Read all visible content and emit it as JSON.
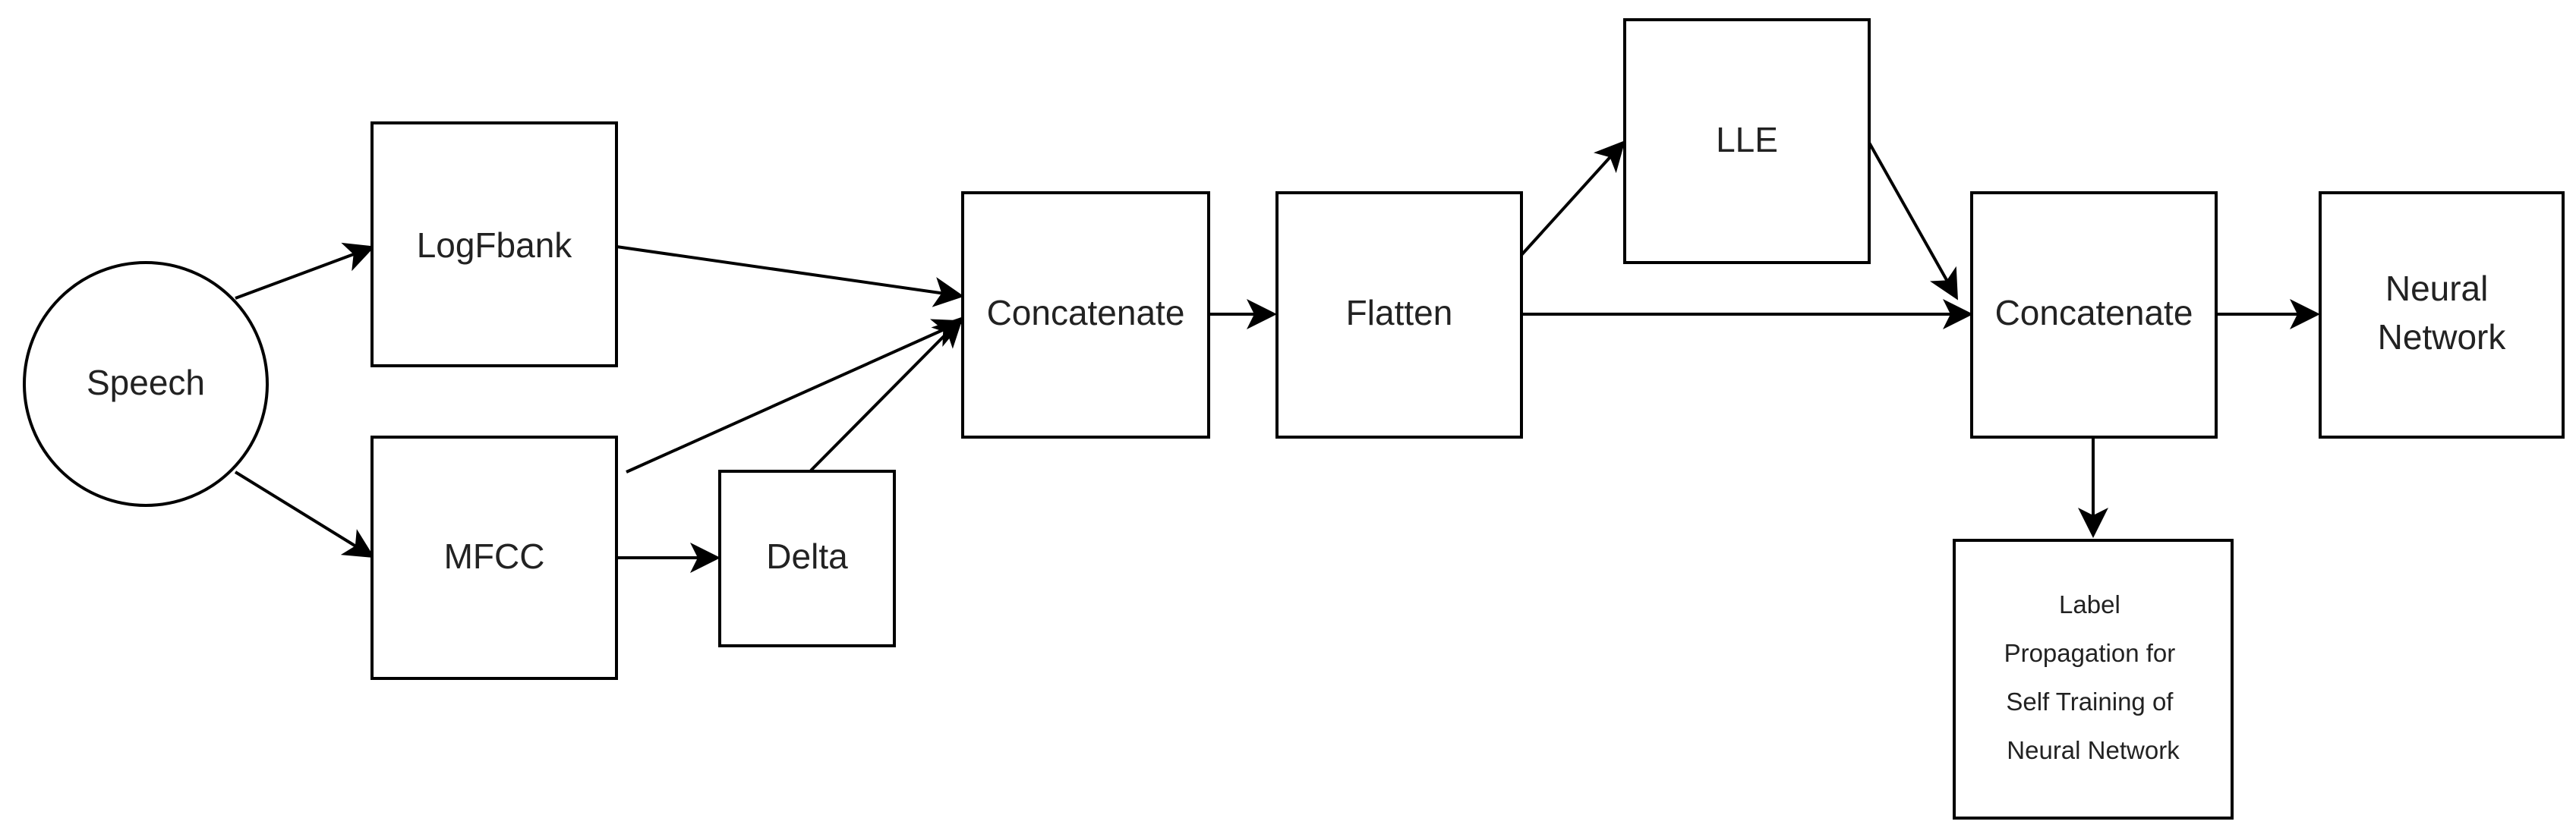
{
  "nodes": {
    "speech": "Speech",
    "logfbank": "LogFbank",
    "mfcc": "MFCC",
    "delta": "Delta",
    "concat1": "Concatenate",
    "flatten": "Flatten",
    "lle": "LLE",
    "concat2": "Concatenate",
    "nn": [
      "Neural",
      "Network"
    ],
    "label_prop": [
      "Label",
      "Propagation for",
      "Self Training of",
      "Neural Network"
    ]
  },
  "edges": [
    {
      "from": "speech",
      "to": "logfbank"
    },
    {
      "from": "speech",
      "to": "mfcc"
    },
    {
      "from": "logfbank",
      "to": "concat1"
    },
    {
      "from": "mfcc",
      "to": "concat1"
    },
    {
      "from": "mfcc",
      "to": "delta"
    },
    {
      "from": "delta",
      "to": "concat1"
    },
    {
      "from": "concat1",
      "to": "flatten"
    },
    {
      "from": "flatten",
      "to": "lle"
    },
    {
      "from": "flatten",
      "to": "concat2"
    },
    {
      "from": "lle",
      "to": "concat2"
    },
    {
      "from": "concat2",
      "to": "nn"
    },
    {
      "from": "concat2",
      "to": "label_prop"
    }
  ],
  "colors": {
    "stroke": "#000000",
    "fill": "#ffffff",
    "text": "#222222"
  }
}
